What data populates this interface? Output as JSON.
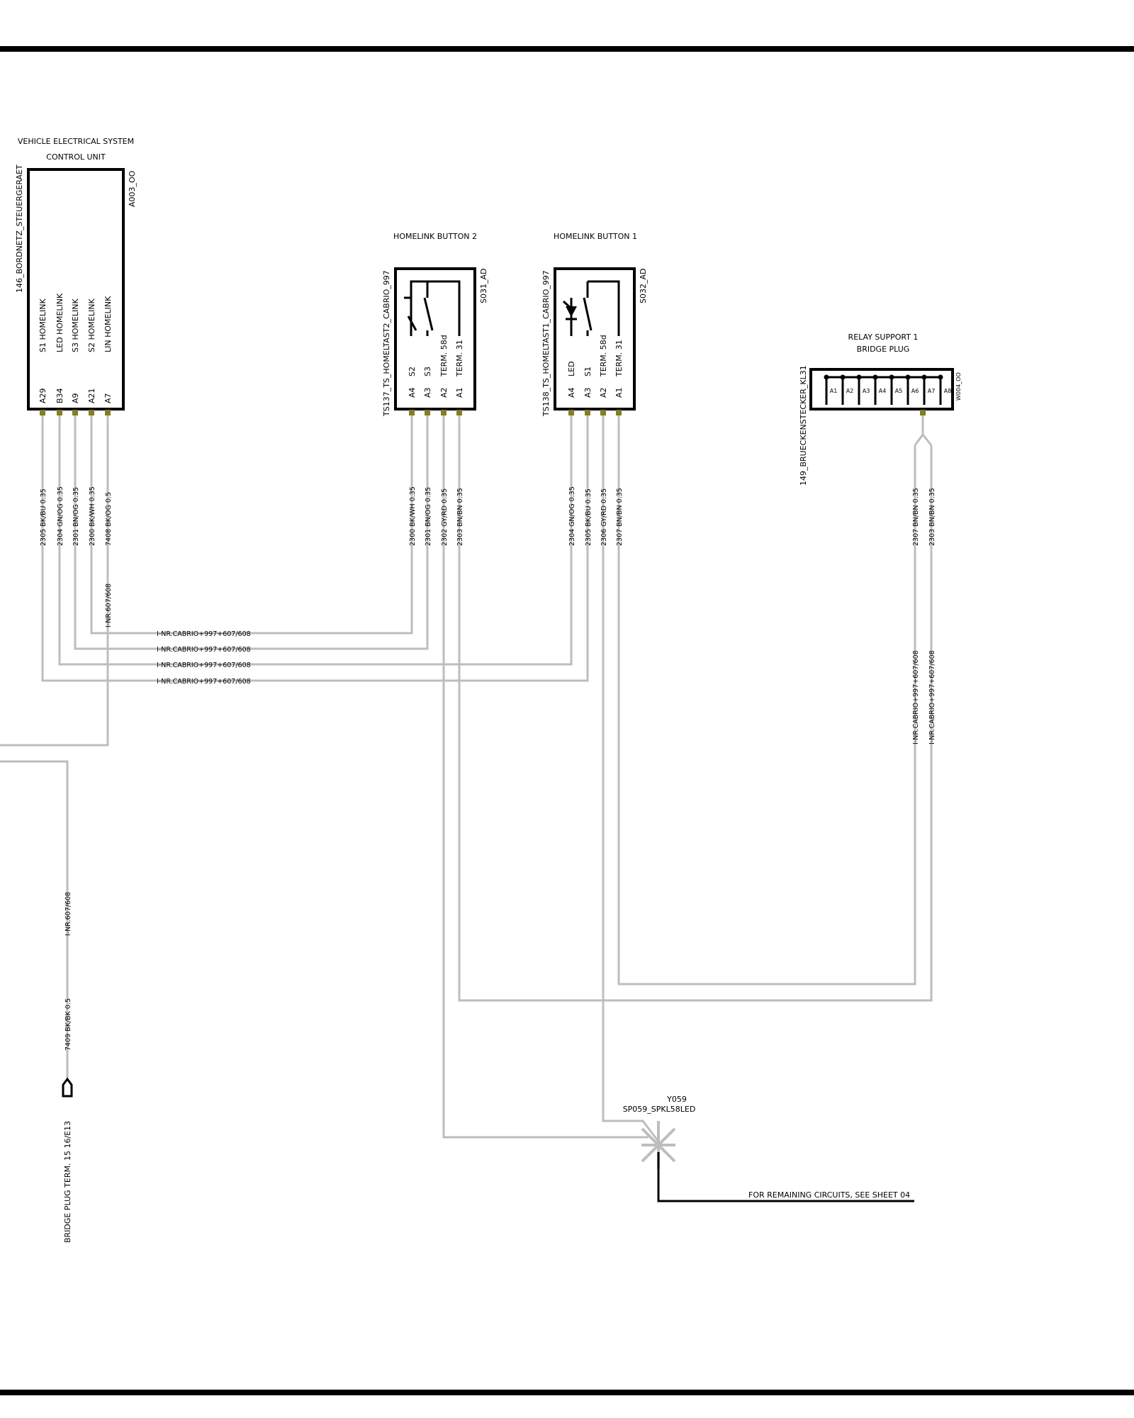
{
  "ecu": {
    "title_line1": "VEHICLE ELECTRICAL SYSTEM",
    "title_line2": "CONTROL UNIT",
    "name": "146_BORDNETZ_STEUERGERAET",
    "code": "A003_OO",
    "pins": [
      {
        "pin": "A29",
        "func": "S1 HOMELINK",
        "wire": "2305 BK/BU 0.35"
      },
      {
        "pin": "B34",
        "func": "LED HOMELINK",
        "wire": "2304 GN/OG 0.35"
      },
      {
        "pin": "A9",
        "func": "S3 HOMELINK",
        "wire": "2301 BN/OG 0.35"
      },
      {
        "pin": "A21",
        "func": "S2 HOMELINK",
        "wire": "2300 BK/WH 0.35"
      },
      {
        "pin": "A7",
        "func": "LIN HOMELINK",
        "wire": "7408 BK/OG 0.5"
      }
    ]
  },
  "button2": {
    "title": "HOMELINK BUTTON 2",
    "name": "TS137_TS_HOMELTAST2_CABRIO_997",
    "code": "S031_AD",
    "pins": [
      {
        "pin": "A4",
        "func": "S2",
        "wire": "2300 BK/WH 0.35"
      },
      {
        "pin": "A3",
        "func": "S3",
        "wire": "2301 BN/OG 0.35"
      },
      {
        "pin": "A2",
        "func": "TERM. 58d",
        "wire": "2302 GY/RD 0.35"
      },
      {
        "pin": "A1",
        "func": "TERM. 31",
        "wire": "2303 BN/BN 0.35"
      }
    ]
  },
  "button1": {
    "title": "HOMELINK BUTTON 1",
    "name": "TS138_TS_HOMELTAST1_CABRIO_997",
    "code": "S032_AD",
    "pins": [
      {
        "pin": "A4",
        "func": "LED",
        "wire": "2304 GN/OG 0.35"
      },
      {
        "pin": "A3",
        "func": "S1",
        "wire": "2305 BK/BU 0.35"
      },
      {
        "pin": "A2",
        "func": "TERM. 58d",
        "wire": "2306 GY/RD 0.35"
      },
      {
        "pin": "A1",
        "func": "TERM. 31",
        "wire": "2307 BN/BN 0.35"
      }
    ]
  },
  "relay": {
    "title_line1": "RELAY SUPPORT 1",
    "title_line2": "BRIDGE PLUG",
    "name": "149_BRUECKENSTECKER_KL31",
    "code": "W004_OO",
    "pins": [
      "A1",
      "A2",
      "A3",
      "A4",
      "A5",
      "A6",
      "A7",
      "A8"
    ],
    "wires": [
      "2307 BN/BN 0.35",
      "2303 BN/BN 0.35"
    ],
    "options": [
      "I-NR.CABRIO+997+607/608",
      "I-NR.CABRIO+997+607/608"
    ]
  },
  "options": {
    "cabrio": "I-NR.CABRIO+997+607/608",
    "lin": "I-NR.607/608"
  },
  "bridge15": {
    "wire": "7409 BK/BK 0.5",
    "label": "BRIDGE PLUG  TERM. 15  16/E13"
  },
  "splice": {
    "id": "Y059",
    "name": "SP059_SPKL58LED",
    "note": "FOR  REMAINING  CIRCUITS,  SEE SHEET  04"
  }
}
